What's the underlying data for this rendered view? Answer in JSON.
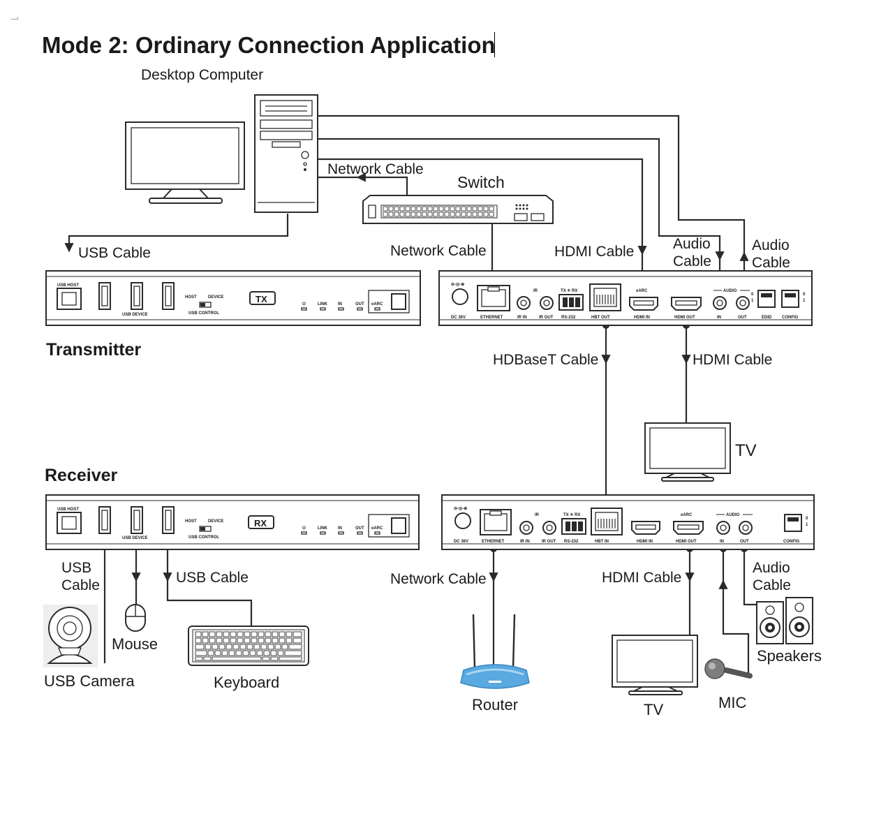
{
  "title": "Mode 2: Ordinary Connection Application",
  "labels": {
    "desktop_computer": "Desktop Computer",
    "switch": "Switch",
    "network_cable_top": "Network Cable",
    "usb_cable_top": "USB Cable",
    "network_cable_tx": "Network Cable",
    "hdmi_cable_tx": "HDMI Cable",
    "audio_cable_in_1": "Audio",
    "audio_cable_in_2": "Cable",
    "audio_cable_out_1": "Audio",
    "audio_cable_out_2": "Cable",
    "transmitter": "Transmitter",
    "hdbaset_cable": "HDBaseT Cable",
    "hdmi_cable_tv": "HDMI Cable",
    "tv_top": "TV",
    "receiver": "Receiver",
    "usb_cable_cam_1": "USB",
    "usb_cable_cam_2": "Cable",
    "usb_cable_kbd": "USB Cable",
    "network_cable_rx": "Network Cable",
    "hdmi_cable_rx": "HDMI Cable",
    "audio_cable_rx_1": "Audio",
    "audio_cable_rx_2": "Cable",
    "mouse": "Mouse",
    "usb_camera": "USB Camera",
    "keyboard": "Keyboard",
    "router": "Router",
    "tv_bottom": "TV",
    "mic": "MIC",
    "speakers": "Speakers"
  },
  "panel_text": {
    "tx_badge": "TX",
    "rx_badge": "RX",
    "usb_host": "USB HOST",
    "usb_device": "USB DEVICE",
    "host": "HOST",
    "device": "DEVICE",
    "usb_control": "USB CONTROL",
    "link": "LINK",
    "in": "IN",
    "out": "OUT",
    "earc": "eARC",
    "dc": "DC 36V",
    "ethernet": "ETHERNET",
    "ir": "IR",
    "ir_in": "IR IN",
    "ir_out": "IR OUT",
    "txrx": "TX ✈ RX",
    "rs232": "RS-232",
    "hbt_out": "HBT OUT",
    "hbt_in": "HBT IN",
    "hdmi_in": "HDMI IN",
    "hdmi_out": "HDMI OUT",
    "audio": "AUDIO",
    "edid": "EDID",
    "config": "CONFIG",
    "dip_0": "0",
    "dip_1": "1"
  }
}
